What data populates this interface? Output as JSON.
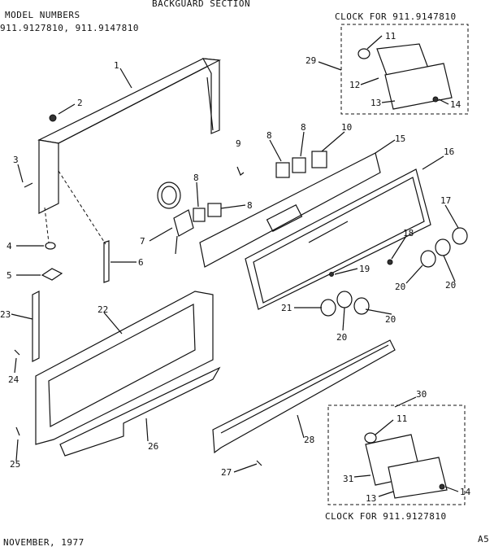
{
  "header": {
    "title": "BACKGUARD SECTION",
    "model_label": "MODEL NUMBERS",
    "model_values": "911.9127810, 911.9147810"
  },
  "insets": {
    "top_caption": "CLOCK FOR 911.9147810",
    "bottom_caption": "CLOCK FOR 911.9127810"
  },
  "footer": {
    "date": "NOVEMBER, 1977",
    "page": "A5"
  },
  "callouts": [
    "1",
    "2",
    "3",
    "4",
    "5",
    "6",
    "7",
    "8",
    "8",
    "8",
    "8",
    "9",
    "10",
    "11",
    "12",
    "13",
    "14",
    "15",
    "16",
    "17",
    "18",
    "19",
    "20",
    "20",
    "20",
    "20",
    "21",
    "22",
    "23",
    "24",
    "25",
    "26",
    "27",
    "28",
    "29",
    "30",
    "11",
    "31",
    "13",
    "14"
  ]
}
